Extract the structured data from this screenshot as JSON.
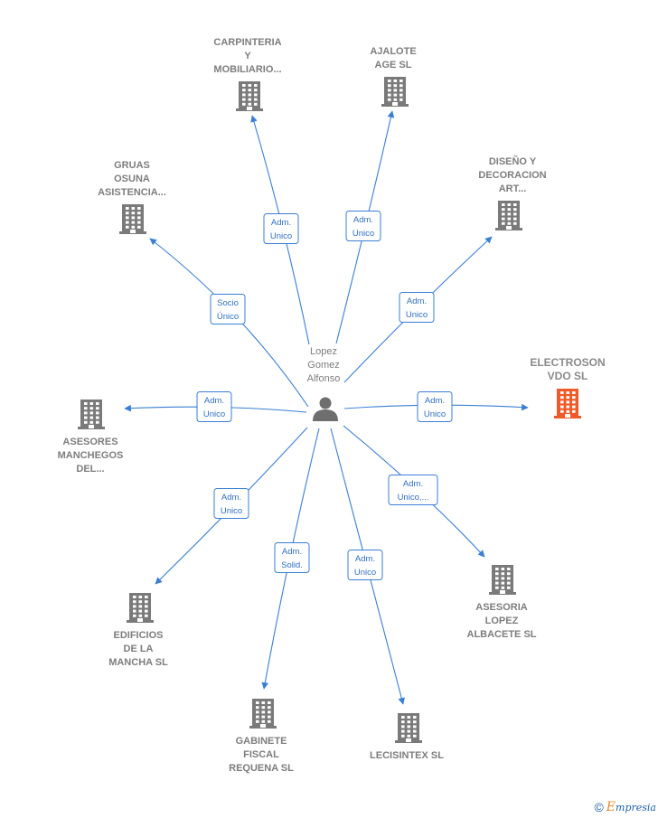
{
  "colors": {
    "edge": "#3a7fd4",
    "building": "#7a7a7a",
    "building_highlight": "#f05a28",
    "person": "#6e6e6e"
  },
  "center": {
    "lines": [
      "Lopez",
      "Gomez",
      "Alfonso"
    ],
    "icon": "person-icon"
  },
  "nodes": [
    {
      "id": "carpinteria",
      "lines": [
        "CARPINTERIA",
        "Y",
        "MOBILIARIO..."
      ],
      "rel": [
        "Adm.",
        "Unico"
      ],
      "highlight": false
    },
    {
      "id": "ajalote",
      "lines": [
        "AJALOTE",
        "AGE  SL"
      ],
      "rel": [
        "Adm.",
        "Unico"
      ],
      "highlight": false
    },
    {
      "id": "gruas",
      "lines": [
        "GRUAS",
        "OSUNA",
        "ASISTENCIA..."
      ],
      "rel": [
        "Socio",
        "Único"
      ],
      "highlight": false
    },
    {
      "id": "diseno",
      "lines": [
        "DISEÑO Y",
        "DECORACION",
        "ART..."
      ],
      "rel": [
        "Adm.",
        "Unico"
      ],
      "highlight": false
    },
    {
      "id": "asesores",
      "lines": [
        "ASESORES",
        "MANCHEGOS",
        "DEL..."
      ],
      "rel": [
        "Adm.",
        "Unico"
      ],
      "highlight": false
    },
    {
      "id": "electroson",
      "lines": [
        "ELECTROSON",
        "VDO  SL"
      ],
      "rel": [
        "Adm.",
        "Unico"
      ],
      "highlight": true
    },
    {
      "id": "edificios",
      "lines": [
        "EDIFICIOS",
        "DE LA",
        "MANCHA SL"
      ],
      "rel": [
        "Adm.",
        "Unico"
      ],
      "highlight": false
    },
    {
      "id": "asesoria",
      "lines": [
        "ASESORIA",
        "LOPEZ",
        "ALBACETE SL"
      ],
      "rel": [
        "Adm.",
        "Unico,..."
      ],
      "highlight": false
    },
    {
      "id": "gabinete",
      "lines": [
        "GABINETE",
        "FISCAL",
        "REQUENA SL"
      ],
      "rel": [
        "Adm.",
        "Solid."
      ],
      "highlight": false
    },
    {
      "id": "lecisintex",
      "lines": [
        "LECISINTEX SL"
      ],
      "rel": [
        "Adm.",
        "Unico"
      ],
      "highlight": false
    }
  ],
  "brand": {
    "copyright": "©",
    "initial": "E",
    "rest": "mpresia"
  }
}
